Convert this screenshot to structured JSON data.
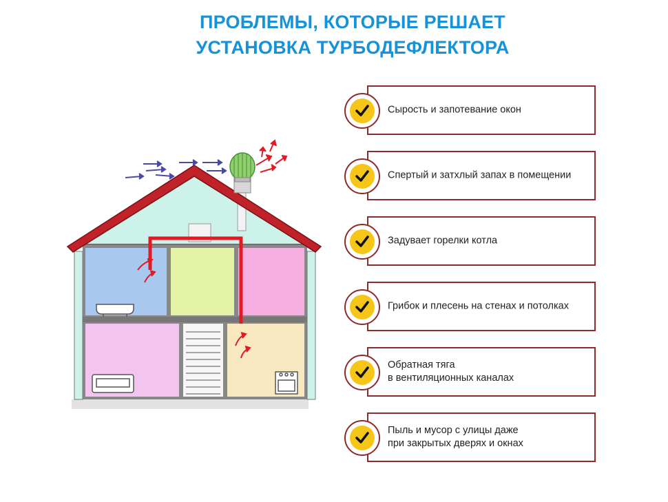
{
  "title": {
    "line1": "ПРОБЛЕМЫ, КОТОРЫЕ РЕШАЕТ",
    "line2": "УСТАНОВКА ТУРБОДЕФЛЕКТОРА"
  },
  "colors": {
    "title": "#1592d9",
    "border": "#8e2a2a",
    "check_badge": "#f5c518",
    "duct": "#e01b24",
    "roof": "#c0222a",
    "attic": "#ccf2ea"
  },
  "problems": [
    {
      "lines": [
        "Сырость и запотевание окон"
      ],
      "icon": "checkmark-icon"
    },
    {
      "lines": [
        "Спертый и затхлый запах в помещении"
      ],
      "icon": "checkmark-icon"
    },
    {
      "lines": [
        "Задувает горелки котла"
      ],
      "icon": "checkmark-icon"
    },
    {
      "lines": [
        "Грибок и плесень на стенах и потолках"
      ],
      "icon": "checkmark-icon"
    },
    {
      "lines": [
        "Обратная тяга",
        "в вентиляционных каналах"
      ],
      "icon": "checkmark-icon"
    },
    {
      "lines": [
        "Пыль и мусор с улицы даже",
        "при закрытых дверях и окнах"
      ],
      "icon": "checkmark-icon"
    }
  ],
  "illustration": {
    "icons": [
      "house-illustration",
      "turbo-deflector-icon",
      "bathtub-icon",
      "sofa-icon",
      "stove-icon",
      "staircase",
      "airflow-arrow-icon"
    ]
  }
}
